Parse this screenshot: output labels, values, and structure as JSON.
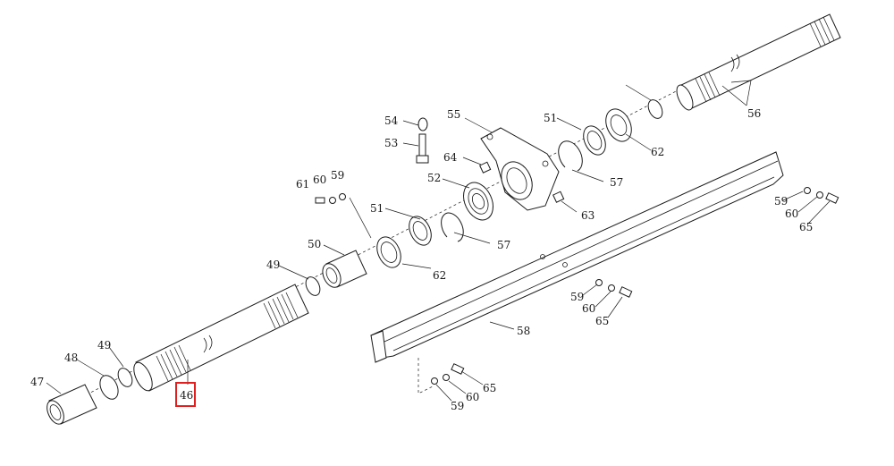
{
  "diagram": {
    "highlight_color": "#e02020",
    "highlighted_part": "46",
    "callouts": [
      "46",
      "47",
      "48",
      "49",
      "49",
      "50",
      "51",
      "51",
      "52",
      "53",
      "54",
      "55",
      "56",
      "57",
      "57",
      "58",
      "59",
      "59",
      "59",
      "59",
      "60",
      "60",
      "60",
      "60",
      "61",
      "62",
      "62",
      "63",
      "64",
      "65",
      "65",
      "65"
    ]
  }
}
